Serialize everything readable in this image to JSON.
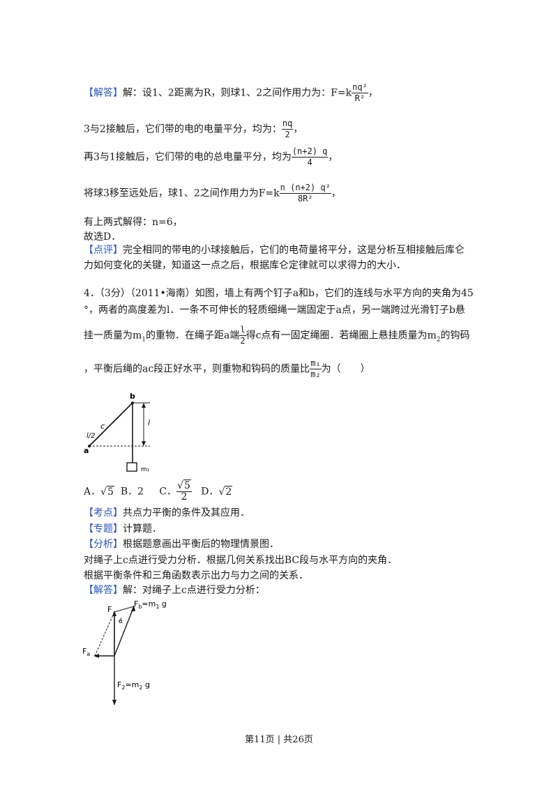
{
  "sol1": {
    "tag": "【解答】",
    "l1_pre": "解：设1、2距离为R，则球1、2之间作用力为：F=k",
    "l1_num": "nq²",
    "l1_den": "R²",
    "l1_post": "，",
    "l2_pre": "3与2接触后，它们带的电的电量平分，均为：",
    "l2_num": "nq",
    "l2_den": "2",
    "l2_post": "，",
    "l3_pre": "再3与1接触后，它们带的电的总电量平分，均为",
    "l3_num": "(n+2) q",
    "l3_den": "4",
    "l3_post": "，",
    "l4_pre": "将球3移至远处后，球1、2之间作用力为F=k",
    "l4_num": "n (n+2) q²",
    "l4_den": "8R²",
    "l4_post": "，",
    "l5": "有上两式解得：n=6，",
    "l6": "故选D．",
    "review_tag": "【点评】",
    "review_1": "完全相同的带电的小球接触后，它们的电荷量将平分，这是分析互相接触后库仑",
    "review_2": "力如何变化的关键，知道这一点之后，根据库仑定律就可以求得力的大小．"
  },
  "q4": {
    "l1": "4．（3分）（2011•海南）如图，墙上有两个钉子a和b，它们的连线与水平方向的夹角为45",
    "l2": "°，两者的高度差为l．一条不可伸长的轻质细绳一端固定于a点，另一端跨过光滑钉子b悬",
    "l3_pre": "挂一质量为m",
    "l3_sub": "1",
    "l3_mid": "的重物．在绳子距a端",
    "l3_num": "l",
    "l3_den": "2",
    "l3_post": "得c点有一固定绳圈．若绳圈上悬挂质量为m",
    "l3_sub2": "2",
    "l3_end": "的钩码",
    "l4_pre": "，平衡后绳的ac段正好水平，则重物和钩码的质量比",
    "l4_num": "m₁",
    "l4_den": "m₂",
    "l4_post": "为（　　）",
    "fig_b": "b",
    "fig_a": "a",
    "fig_c": "c",
    "fig_l2": "l/2",
    "fig_l": "l",
    "fig_m": "m₁",
    "opt_a": "A．",
    "opt_a_rad": "5",
    "opt_b": "B．2",
    "opt_c": "C．",
    "opt_c_rad": "5",
    "opt_c_den": "2",
    "opt_d": "D．",
    "opt_d_rad": "2",
    "kd_tag": "【考点】",
    "kd": "共点力平衡的条件及其应用．",
    "zt_tag": "【专题】",
    "zt": "计算题．",
    "fx_tag": "【分析】",
    "fx": "根据题意画出平衡后的物理情景图．",
    "fx2": "对绳子上c点进行受力分析．根据几何关系找出BC段与水平方向的夹角．",
    "fx3": "根据平衡条件和三角函数表示出力与力之间的关系．",
    "jd_tag": "【解答】",
    "jd": "解：对绳子上c点进行受力分析："
  },
  "fig2": {
    "F": "F",
    "Fb": "F",
    "Fb_sub": "b",
    "Fb_eq": "=m",
    "Fb_sub2": "1",
    "Fb_g": " g",
    "alpha": "α",
    "Fa": "F",
    "Fa_sub": "a",
    "F2": "F",
    "F2_sub": "2",
    "F2_eq": "=m",
    "F2_sub2": "2",
    "F2_g": " g"
  },
  "footer": "第11页 | 共26页"
}
